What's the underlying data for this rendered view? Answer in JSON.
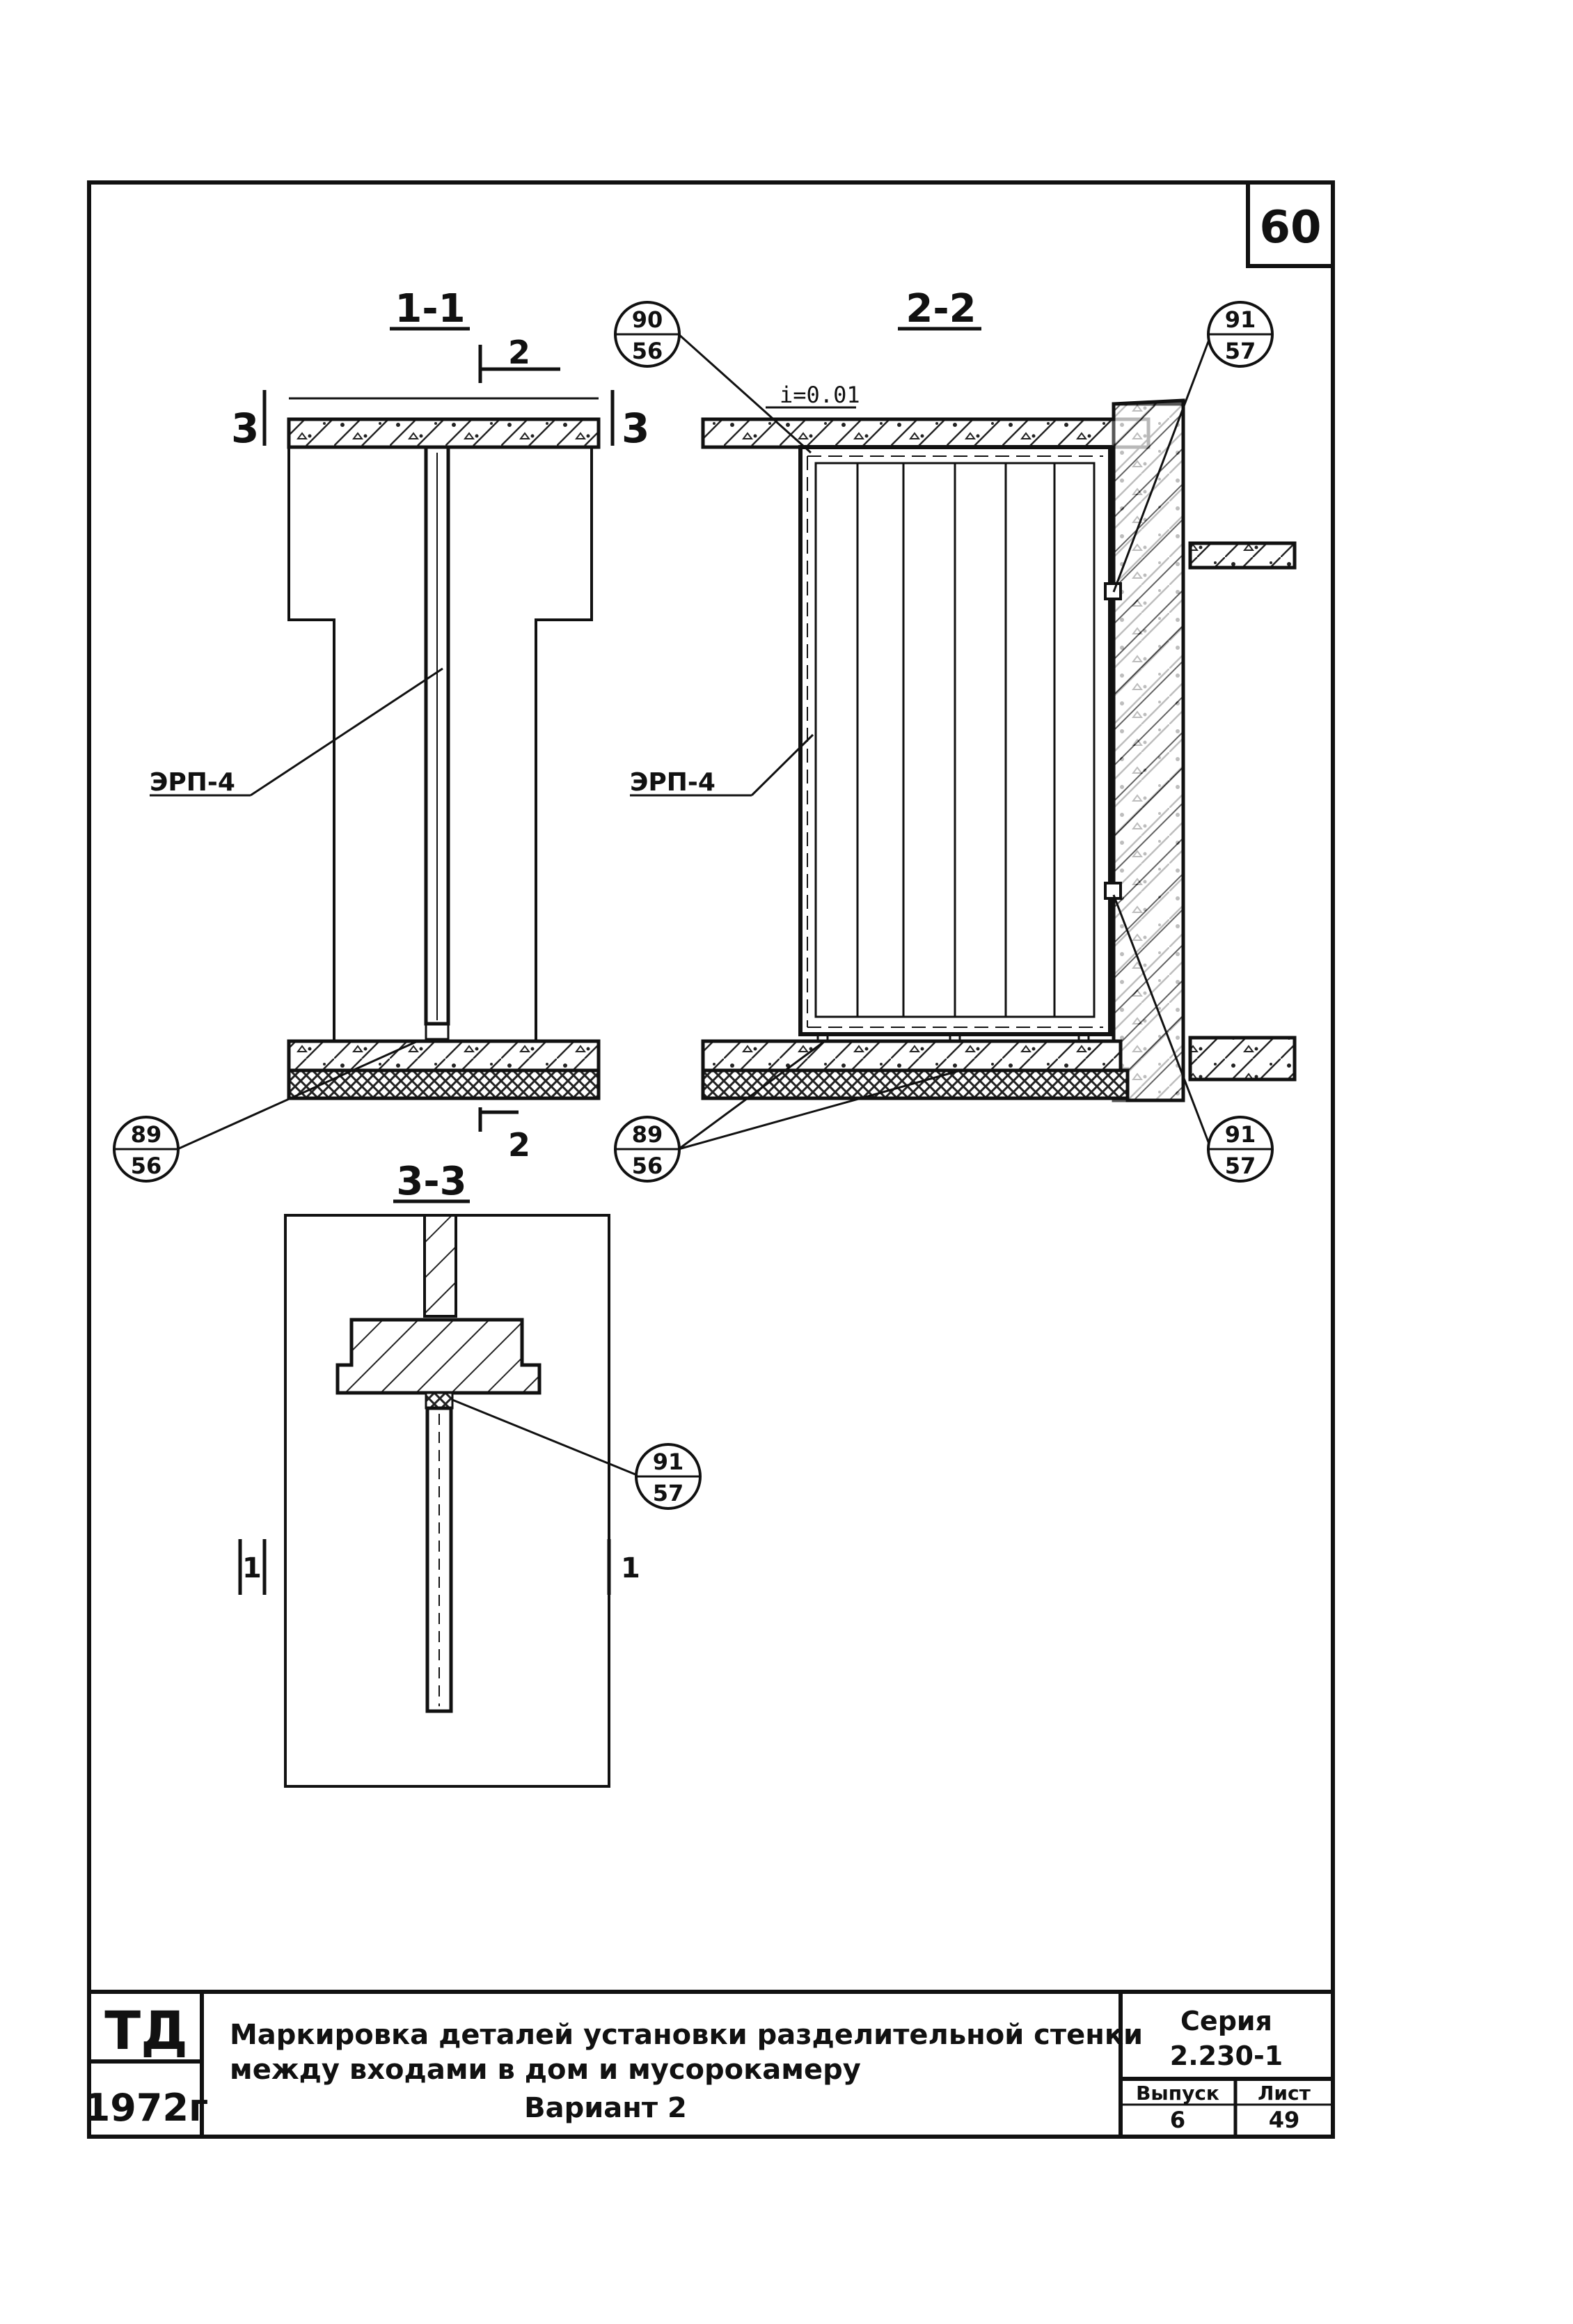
{
  "sheet": {
    "page_number": "60"
  },
  "sections": {
    "s11": {
      "title": "1-1",
      "cut2": "2",
      "cut3": "3"
    },
    "s22": {
      "title": "2-2",
      "slope": "i=0.01"
    },
    "s33": {
      "title": "3-3",
      "cut1": "1"
    }
  },
  "labels": {
    "erp": "ЭРП-4"
  },
  "callouts": {
    "c90": {
      "top": "90",
      "bottom": "56"
    },
    "c89": {
      "top": "89",
      "bottom": "56"
    },
    "c91": {
      "top": "91",
      "bottom": "57"
    }
  },
  "title_block": {
    "org": "ТД",
    "year": "1972г",
    "title_line1": "Маркировка деталей установки разделительной стенки",
    "title_line2": "между входами в дом и мусорокамеру",
    "title_line3": "Вариант 2",
    "series_label": "Серия",
    "series_value": "2.230-1",
    "issue_label": "Выпуск",
    "issue_value": "6",
    "sheet_label": "Лист",
    "sheet_value": "49"
  }
}
